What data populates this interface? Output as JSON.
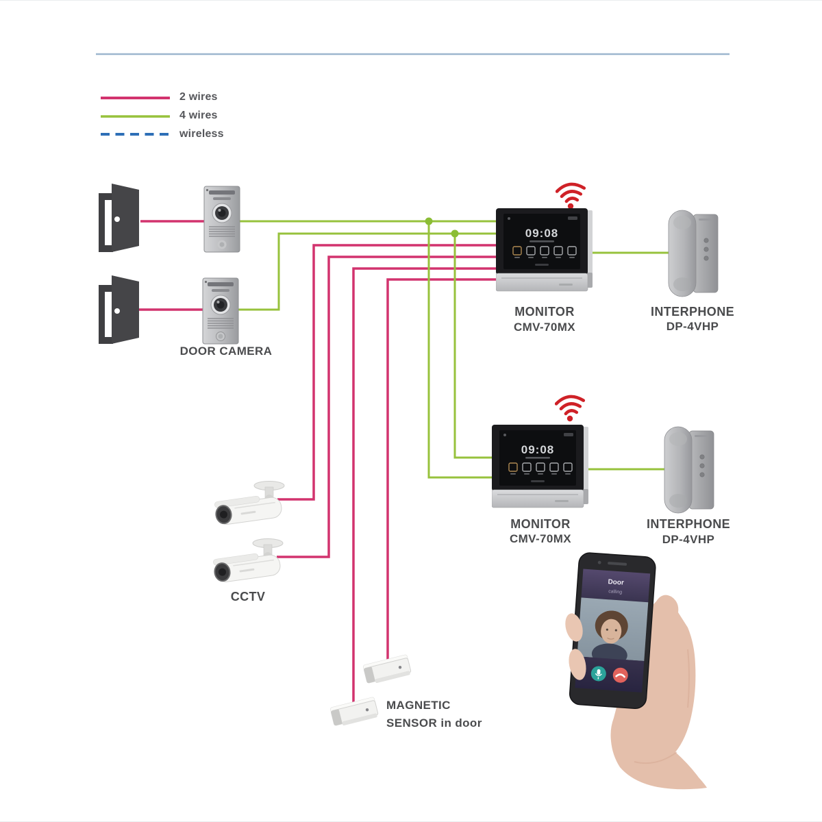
{
  "page": {
    "background": "#ffffff",
    "top_rule_color": "#9cb6ce"
  },
  "legend": {
    "items": [
      {
        "label": "2 wires",
        "color": "#d2336e",
        "style": "solid"
      },
      {
        "label": "4 wires",
        "color": "#97c23c",
        "style": "solid"
      },
      {
        "label": "wireless",
        "color": "#2e6fb7",
        "style": "dashed"
      }
    ]
  },
  "labels": {
    "door_camera": "DOOR CAMERA",
    "cctv": "CCTV",
    "magnetic_line1": "MAGNETIC",
    "magnetic_line2": "SENSOR in door"
  },
  "monitors": {
    "m1": {
      "title": "MONITOR",
      "model": "CMV-70MX",
      "clock": "09:08"
    },
    "m2": {
      "title": "MONITOR",
      "model": "CMV-70MX",
      "clock": "09:08"
    }
  },
  "interphones": {
    "i1": {
      "title": "INTERPHONE",
      "model": "DP-4VHP"
    },
    "i2": {
      "title": "INTERPHONE",
      "model": "DP-4VHP"
    }
  },
  "phone": {
    "title": "Door",
    "subtitle": "calling",
    "accept_button_color": "#2ba39a",
    "decline_button_color": "#e2625c"
  },
  "icons": {
    "wifi": {
      "name": "wifi-icon",
      "color": "#cf2127"
    },
    "junction_dot_color": "#8bbd35"
  },
  "wire_colors": {
    "two_wires": "#d2336e",
    "four_wires": "#97c23c",
    "wireless": "#2e6fb7"
  }
}
